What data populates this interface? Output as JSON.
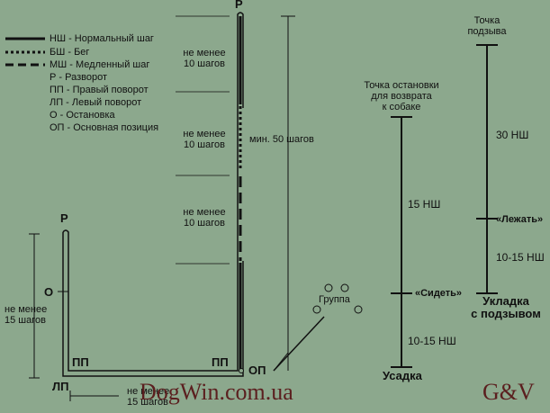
{
  "legend": [
    {
      "style": "solid",
      "abbr": "НШ",
      "text": "НШ - Нормальный шаг"
    },
    {
      "style": "dotted",
      "abbr": "БШ",
      "text": "БШ - Бег"
    },
    {
      "style": "dashed",
      "abbr": "МШ",
      "text": "МШ - Медленный шаг"
    },
    {
      "style": "none",
      "abbr": "Р",
      "text": "Р   -  Разворот"
    },
    {
      "style": "none",
      "abbr": "ПП",
      "text": "ПП - Правый поворот"
    },
    {
      "style": "none",
      "abbr": "ЛП",
      "text": "ЛП - Левый поворот"
    },
    {
      "style": "none",
      "abbr": "О",
      "text": "О   - Остановка"
    },
    {
      "style": "none",
      "abbr": "ОП",
      "text": "ОП - Основная позиция"
    }
  ],
  "left_scheme": {
    "turn_top": "Р",
    "turn_left_top": "Р",
    "stop": "О",
    "right_turn_left": "ПП",
    "right_turn_right": "ПП",
    "left_turn": "ЛП",
    "start_position": "ОП",
    "segment_label_1": [
      "не менее",
      "10 шагов"
    ],
    "segment_label_2": [
      "не менее",
      "10 шагов"
    ],
    "segment_label_3": [
      "не менее",
      "10 шагов"
    ],
    "total_label": "мин. 50 шагов",
    "left_side_label": [
      "не менее",
      "15 шагов"
    ],
    "bottom_label": [
      "не менее",
      "15 шагов"
    ],
    "group_label": "Группа"
  },
  "middle_scheme": {
    "caption": [
      "Точка остановки",
      "для возврата",
      "к собаке"
    ],
    "step_label": "15 НШ",
    "command": "«Сидеть»",
    "bottom_step_label": "10-15 НШ",
    "title": "Усадка"
  },
  "right_scheme": {
    "caption": [
      "Точка",
      "подзыва"
    ],
    "step_label_top": "30 НШ",
    "command": "«Лежать»",
    "step_label_bottom": "10-15 НШ",
    "title": [
      "Укладка",
      "с подзывом"
    ]
  },
  "watermarks": {
    "site": "DogWin.com.ua",
    "initials": "G&V"
  },
  "colors": {
    "background": "#8ca88d",
    "line": "#111111",
    "watermark": "#5b1f1f"
  }
}
